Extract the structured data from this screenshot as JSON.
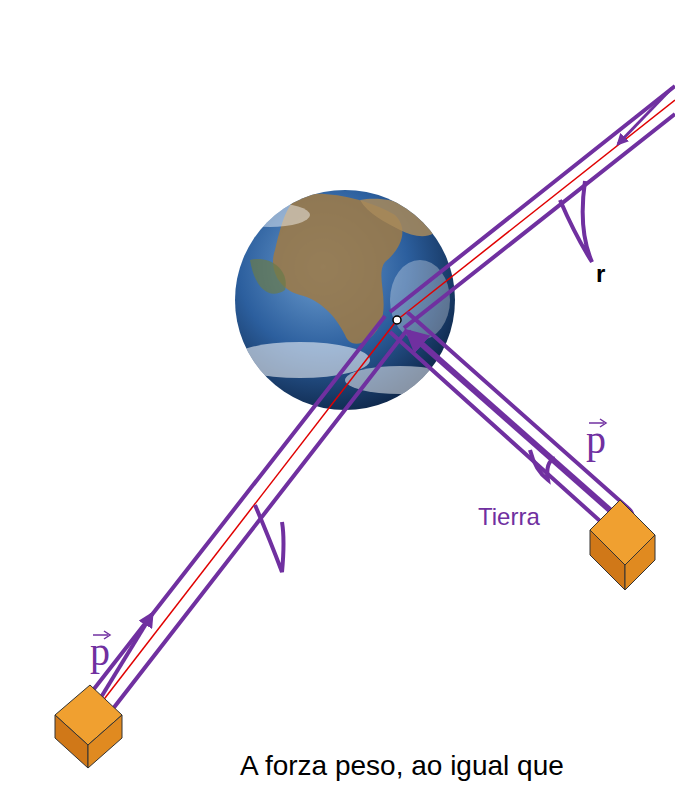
{
  "diagram": {
    "labels": [
      "r",
      "p",
      "Tierra",
      "p",
      "A forza peso, ao igual que"
    ]
  }
}
